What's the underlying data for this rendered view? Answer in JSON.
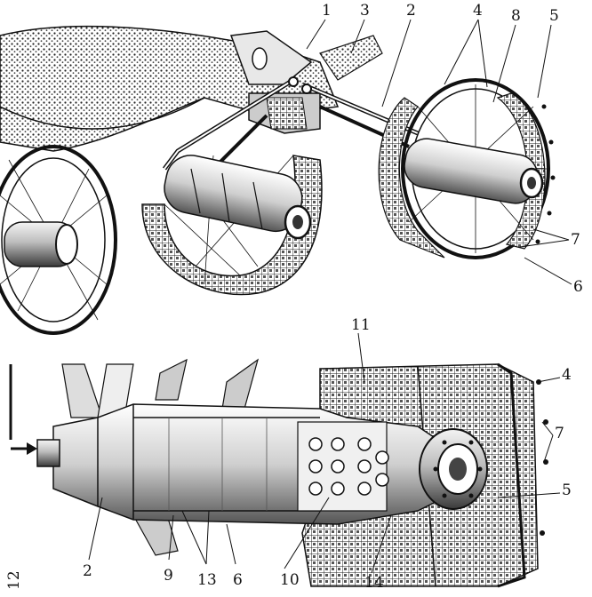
{
  "figure": {
    "top_callouts": [
      "1",
      "3",
      "2",
      "4",
      "8",
      "5",
      "7",
      "6"
    ],
    "bottom_callouts": [
      "11",
      "4",
      "7",
      "5",
      "12",
      "2",
      "9",
      "13",
      "6",
      "10",
      "14"
    ]
  },
  "colors": {
    "ink": "#111111",
    "paper": "#ffffff",
    "shade": "#777777"
  }
}
